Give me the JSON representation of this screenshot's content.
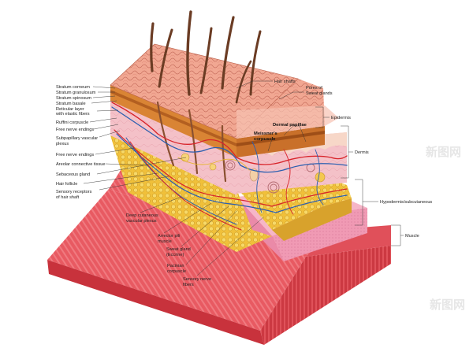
{
  "watermark": "新图网",
  "labels_left": {
    "stratum_corneum": "Stratum corneum",
    "stratum_granulosum": "Stratum granulosum",
    "stratum_spinosum": "Stratum spinosum",
    "stratum_basale": "Stratum basale",
    "reticular_layer_1": "Reticular layer",
    "reticular_layer_2": "with elastic fibers",
    "ruffini_corpuscle": "Ruffini corpuscle",
    "free_nerve_endings_top": "Free nerve endings",
    "subpapillary_1": "Subpapillary vascular",
    "subpapillary_2": "plexus",
    "free_nerve_endings": "Free nerve endings",
    "areolar_tissue": "Areolar connective tissue",
    "sebaceous_gland": "Sebaceous gland",
    "hair_follicle": "Hair follicle",
    "sensory_receptors_1": "Sensory receptors",
    "sensory_receptors_2": "of hair shaft"
  },
  "labels_bottom": {
    "deep_plexus_1": "Deep cutaneous",
    "deep_plexus_2": "vascular plexus",
    "arrector_1": "Arrector pili",
    "arrector_2": "muscle",
    "sweat_gland_1": "Sweat gland",
    "sweat_gland_2": "(Eccrine)",
    "pacinian_1": "Pacinian",
    "pacinian_2": "corpuscle",
    "sensory_nerve_1": "Sensory nerve",
    "sensory_nerve_2": "fibers"
  },
  "labels_top": {
    "hair_shafts": "Hair shafts",
    "pores_1": "Pores of",
    "pores_2": "Sweat glands",
    "dermal_papillae": "Dermal papillae",
    "meissners_1": "Meissner's",
    "meissners_2": "corpuscle"
  },
  "labels_right": {
    "epidermis": "Epidermis",
    "dermis": "Dermis",
    "hypodermis": "Hypodermis/subcutaneous",
    "muscle": "Muscle"
  },
  "colors": {
    "epidermis_top": "#f1a792",
    "epidermis_front": "#d7802f",
    "dermis_front": "#f4c1c8",
    "fat": "#f0c03a",
    "muscle": "#e85a62",
    "muscle_dark": "#c9363f",
    "fascia": "#f09ab4",
    "hair": "#6b3c24",
    "artery": "#d8232a",
    "vein": "#2c5fb0"
  }
}
